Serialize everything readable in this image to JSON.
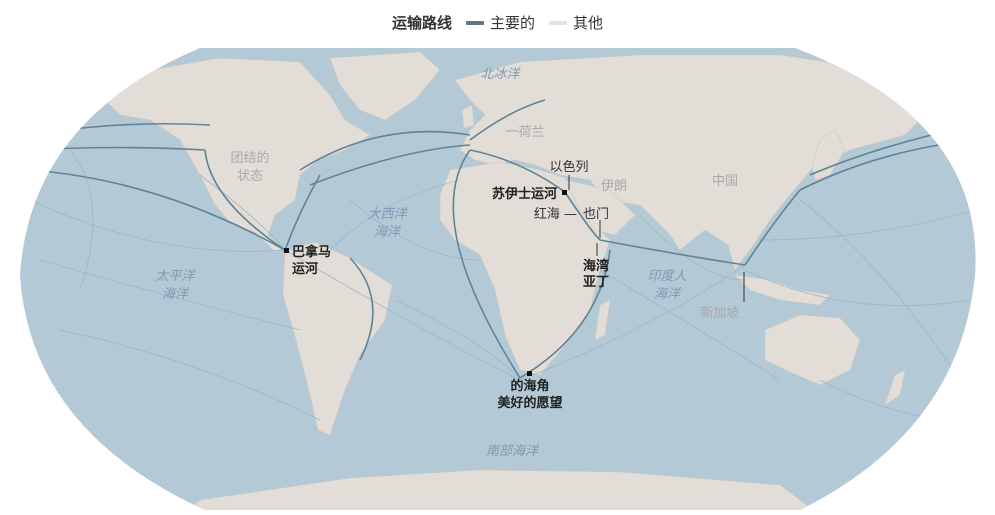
{
  "legend": {
    "title": "运输路线",
    "items": [
      {
        "label": "主要的",
        "color": "#5e7a8a"
      },
      {
        "label": "其他",
        "color": "#dfe4e8"
      }
    ]
  },
  "colors": {
    "ocean": "#b3c9d6",
    "land": "#e2ddd6",
    "route_major": "#5f8498",
    "route_other": "#9ab6c7"
  },
  "oceans": {
    "arctic": "北冰洋",
    "atlantic_1": "大西洋",
    "atlantic_2": "海洋",
    "pacific_1": "太平洋",
    "pacific_2": "海洋",
    "indian_1": "印度人",
    "indian_2": "海洋",
    "southern": "南部海洋"
  },
  "regions": {
    "usa_1": "团结的",
    "usa_2": "状态",
    "russia": "一荷兰",
    "iran": "伊朗",
    "china": "中国"
  },
  "points": {
    "panama_1": "巴拿马",
    "panama_2": "运河",
    "suez": "苏伊士运河",
    "israel": "以色列",
    "red_sea": "红海 —",
    "yemen": "也门",
    "aden_1": "海湾",
    "aden_2": "亚丁",
    "singapore": "新加坡",
    "cape_1": "的海角",
    "cape_2": "美好的愿望"
  }
}
